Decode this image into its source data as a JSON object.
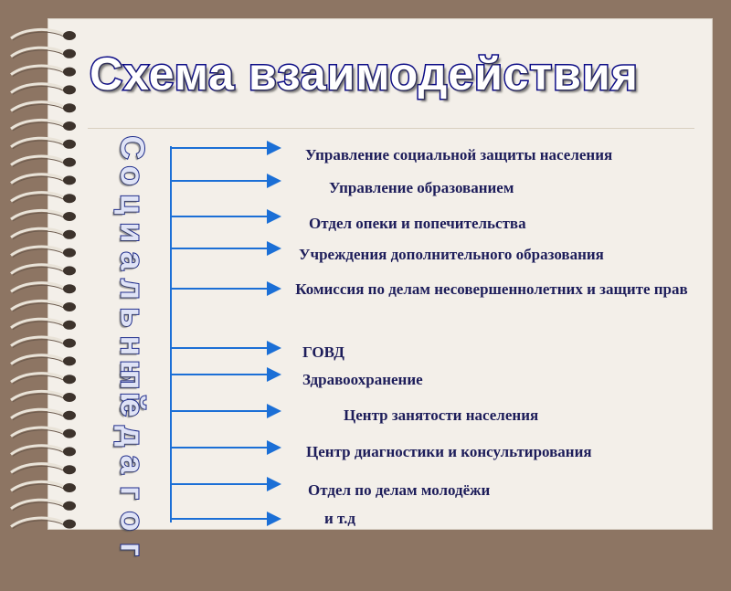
{
  "title": "Схема взаимодействия",
  "vertical_words": [
    "Социальный",
    "педагог"
  ],
  "organizations": [
    "Управление социальной защиты населения",
    "Управление образованием",
    "Отдел опеки и попечительства",
    "Учреждения дополнительного образования",
    "Комиссия по делам несовершеннолетних и защите прав",
    "ГОВД",
    "Здравоохранение",
    "Центр занятости населения",
    "Центр диагностики и консультирования",
    "Отдел по делам молодёжи",
    "и т.д"
  ],
  "colors": {
    "background": "#8d7563",
    "page": "#f3efe9",
    "title_stroke": "#0b0b86",
    "connector": "#1b6fd6",
    "label_text": "#1d1d5a"
  }
}
